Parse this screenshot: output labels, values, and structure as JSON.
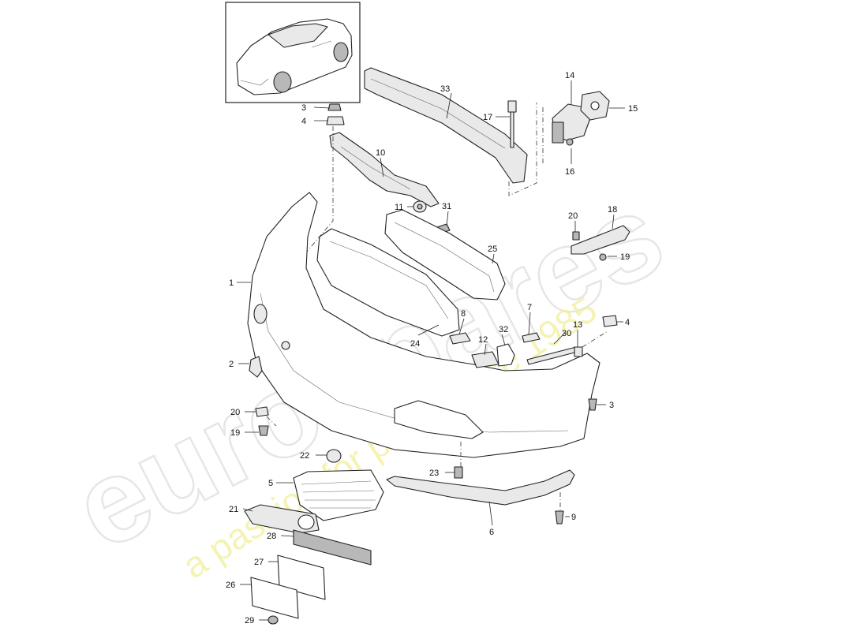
{
  "watermark": {
    "brand": "eurospares",
    "tagline": "a passion for parts since 1985",
    "tagline_color": "#f2ef9c"
  },
  "thumbnail": {
    "icon": "car-icon"
  },
  "callouts": {
    "c1": "1",
    "c2": "2",
    "c3a": "3",
    "c3b": "3",
    "c4a": "4",
    "c4b": "4",
    "c5": "5",
    "c6": "6",
    "c7": "7",
    "c8": "8",
    "c9": "9",
    "c10": "10",
    "c11": "11",
    "c12": "12",
    "c13": "13",
    "c14": "14",
    "c15": "15",
    "c16": "16",
    "c17": "17",
    "c18": "18",
    "c19a": "19",
    "c19b": "19",
    "c20a": "20",
    "c20b": "20",
    "c21": "21",
    "c22": "22",
    "c23": "23",
    "c24": "24",
    "c25": "25",
    "c26": "26",
    "c27": "27",
    "c28": "28",
    "c29": "29",
    "c30": "30",
    "c31": "31",
    "c32": "32",
    "c33": "33"
  }
}
